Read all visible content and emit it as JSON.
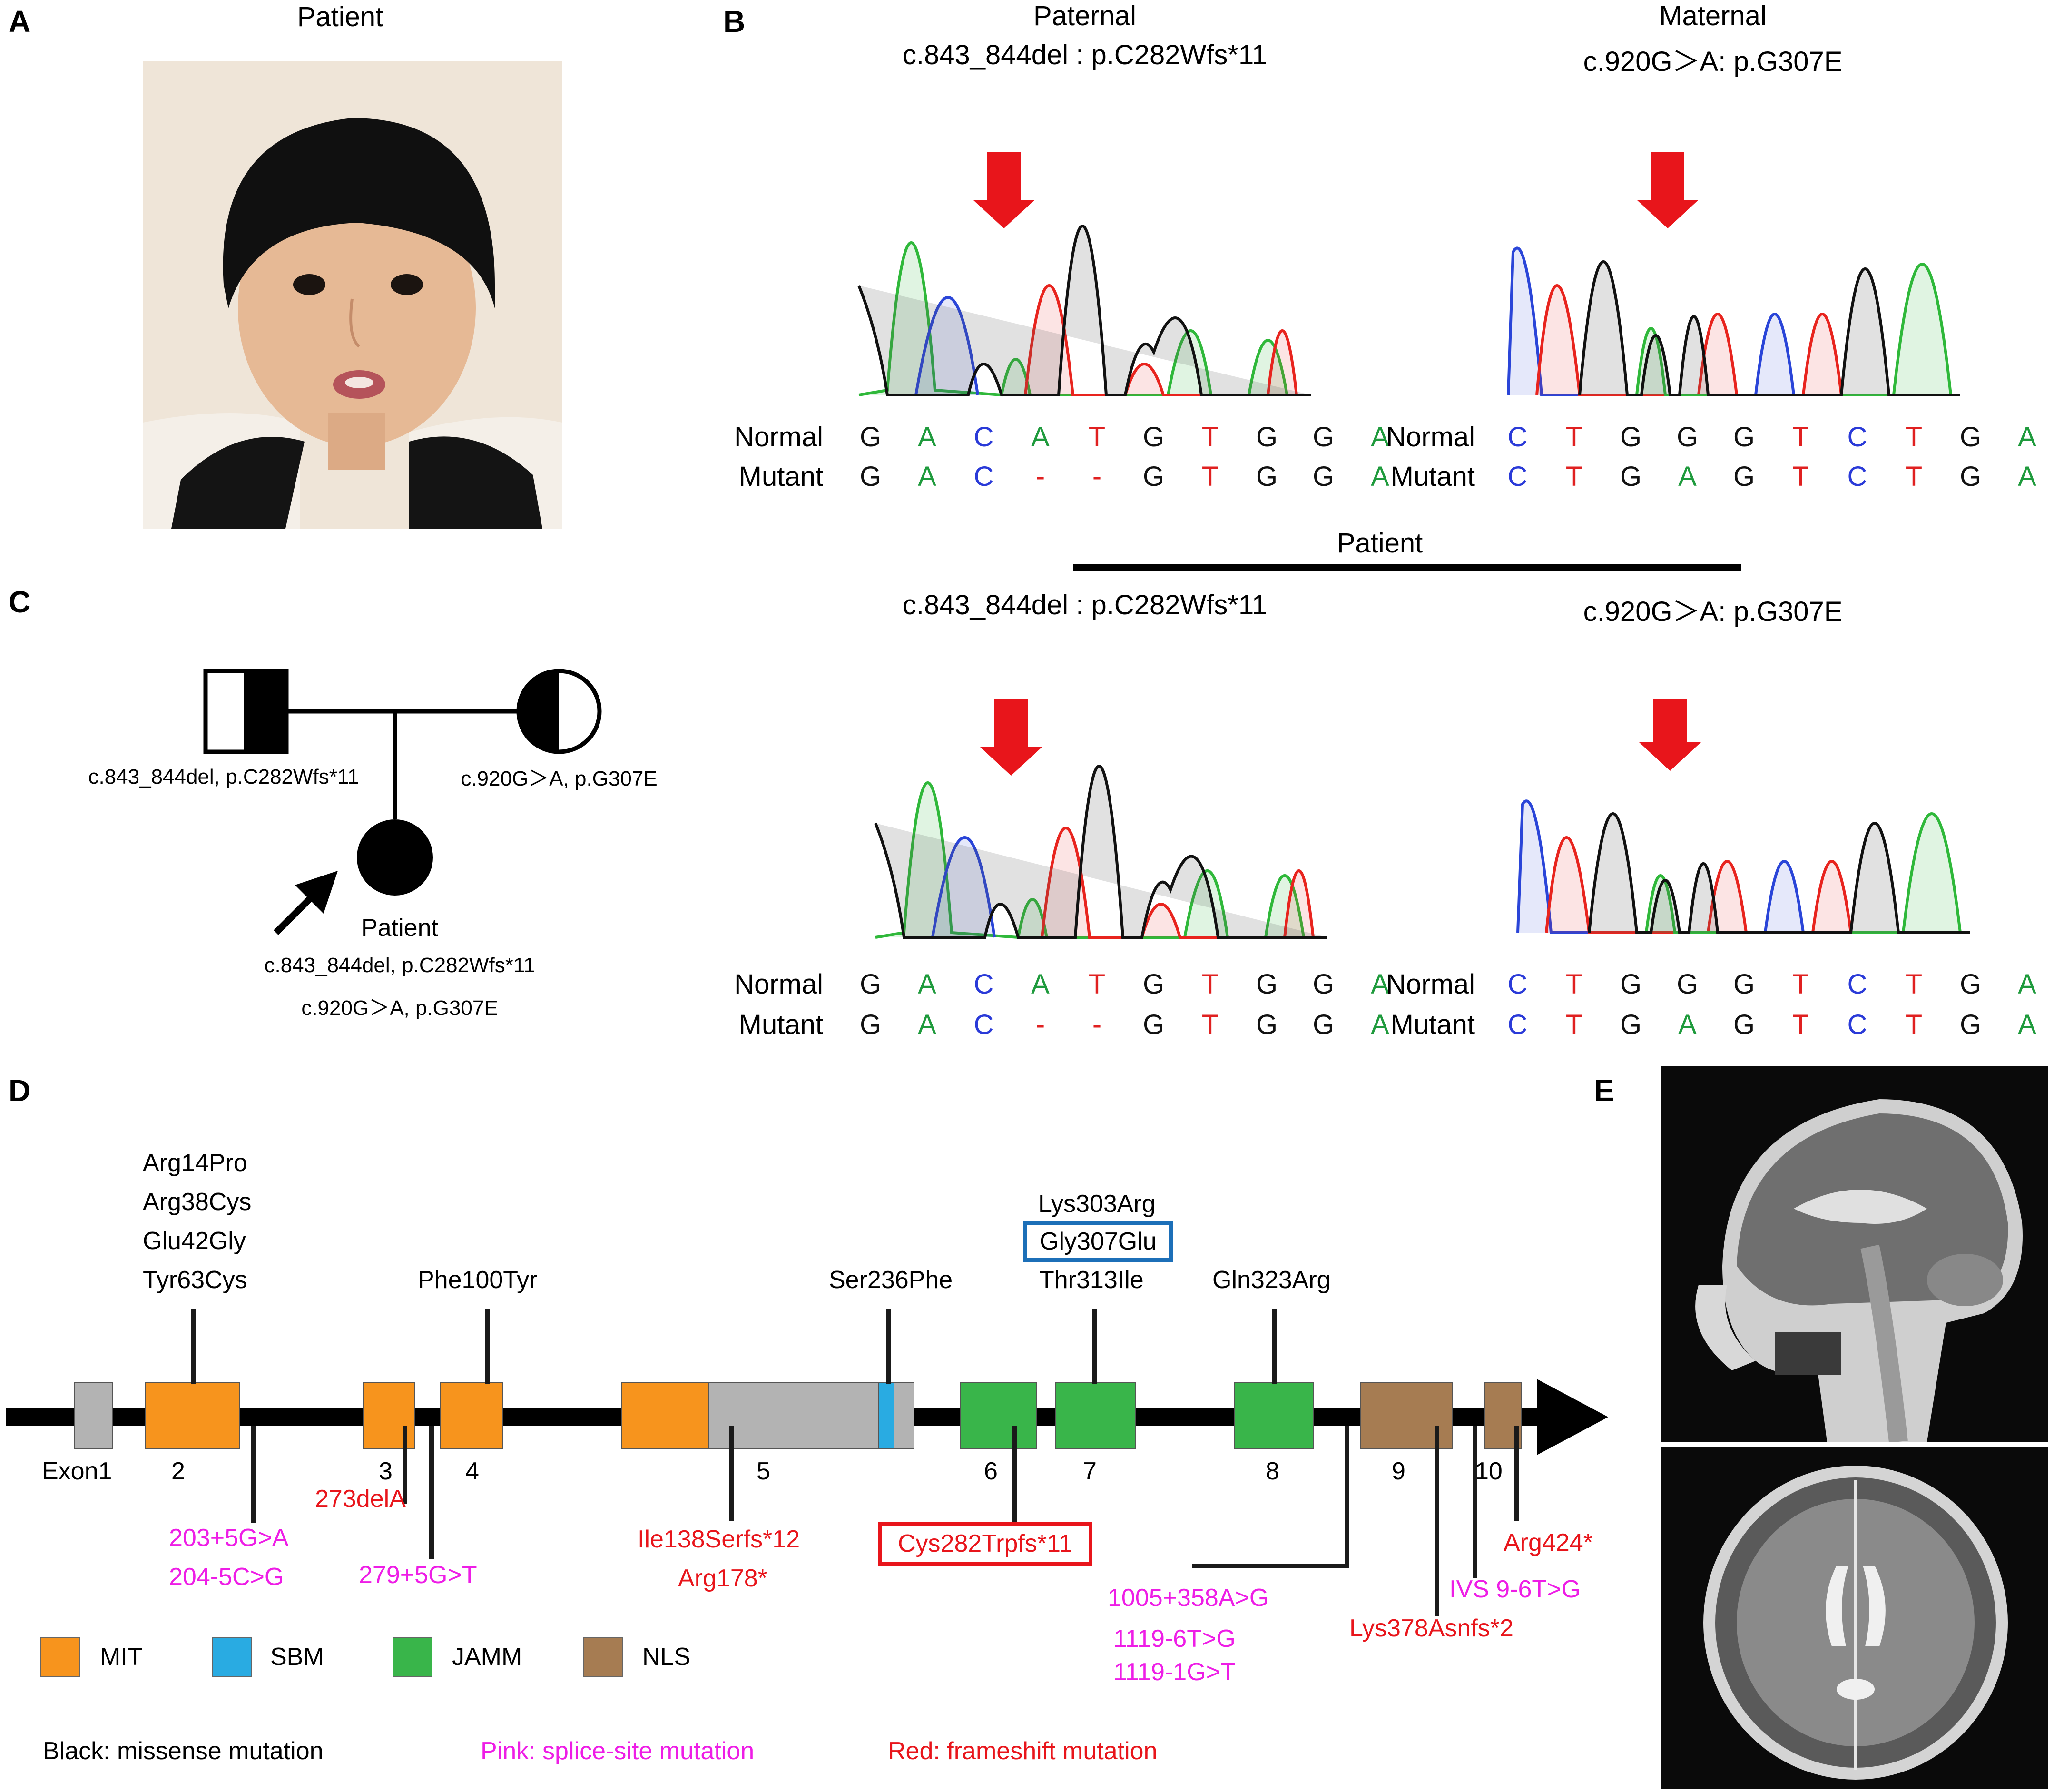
{
  "panels": {
    "A": "A",
    "B": "B",
    "C": "C",
    "D": "D",
    "E": "E"
  },
  "panelA": {
    "title": "Patient",
    "photo": "patient-face-photo"
  },
  "panelB": {
    "paternal": {
      "title": "Paternal",
      "variant": "c.843_844del : p.C282Wfs*11"
    },
    "maternal": {
      "title": "Maternal",
      "variant": "c.920G＞A: p.G307E"
    },
    "patient_label": "Patient",
    "patient_left_variant": "c.843_844del : p.C282Wfs*11",
    "patient_right_variant": "c.920G＞A: p.G307E",
    "row_normal": "Normal",
    "row_mutant": "Mutant",
    "seq_left": {
      "normal": [
        "G",
        "A",
        "C",
        "A",
        "T",
        "G",
        "T",
        "G",
        "G",
        "A"
      ],
      "mutant": [
        "G",
        "A",
        "C",
        "-",
        "-",
        "G",
        "T",
        "G",
        "G",
        "A"
      ]
    },
    "seq_right": {
      "normal": [
        "C",
        "T",
        "G",
        "G",
        "G",
        "T",
        "C",
        "T",
        "G",
        "A"
      ],
      "mutant": [
        "C",
        "T",
        "G",
        "A",
        "G",
        "T",
        "C",
        "T",
        "G",
        "A"
      ]
    },
    "arrow_color": "#e8151b",
    "trace_colors": {
      "A": "#2fb83a",
      "C": "#2a45d8",
      "G": "#111111",
      "T": "#e8241e"
    }
  },
  "panelC": {
    "father_variant": "c.843_844del, p.C282Wfs*11",
    "mother_variant": "c.920G＞A, p.G307E",
    "patient_label": "Patient",
    "patient_variant_1": "c.843_844del, p.C282Wfs*11",
    "patient_variant_2": "c.920G＞A, p.G307E"
  },
  "panelD": {
    "missense_group": [
      "Arg14Pro",
      "Arg38Cys",
      "Glu42Gly",
      "Tyr63Cys"
    ],
    "missense_phe100": "Phe100Tyr",
    "missense_ser236": "Ser236Phe",
    "missense_lys303": "Lys303Arg",
    "missense_gly307": "Gly307Glu",
    "missense_thr313": "Thr313Ile",
    "missense_gln323": "Gln323Arg",
    "exon_labels": [
      "Exon1",
      "2",
      "3",
      "4",
      "5",
      "6",
      "7",
      "8",
      "9",
      "10"
    ],
    "splice_203": "203+5G>A",
    "splice_204": "204-5C>G",
    "frameshift_273": "273delA",
    "splice_279": "279+5G>T",
    "frameshift_ile138": "Ile138Serfs*12",
    "frameshift_arg178": "Arg178*",
    "frameshift_cys282": "Cys282Trpfs*11",
    "splice_1005": "1005+358A>G",
    "splice_1119a": "1119-6T>G",
    "splice_1119b": "1119-1G>T",
    "frameshift_lys378": "Lys378Asnfs*2",
    "frameshift_arg424": "Arg424*",
    "splice_ivs9": "IVS 9-6T>G",
    "legend": [
      {
        "label": "MIT",
        "color": "#f7941d"
      },
      {
        "label": "SBM",
        "color": "#29abe2"
      },
      {
        "label": "JAMM",
        "color": "#39b54a"
      },
      {
        "label": "NLS",
        "color": "#a67c52"
      }
    ],
    "key_black": "Black: missense mutation",
    "key_pink": "Pink: splice-site mutation",
    "key_red": "Red: frameshift mutation",
    "colors": {
      "missense": "#1a1a1a",
      "splice": "#ee1de6",
      "frameshift": "#e8151b",
      "exon1": "#b3b3b3",
      "linker": "#b3b3b3"
    }
  },
  "panelE": {
    "top": "sagittal-mri-brain",
    "bottom": "axial-mri-brain"
  }
}
